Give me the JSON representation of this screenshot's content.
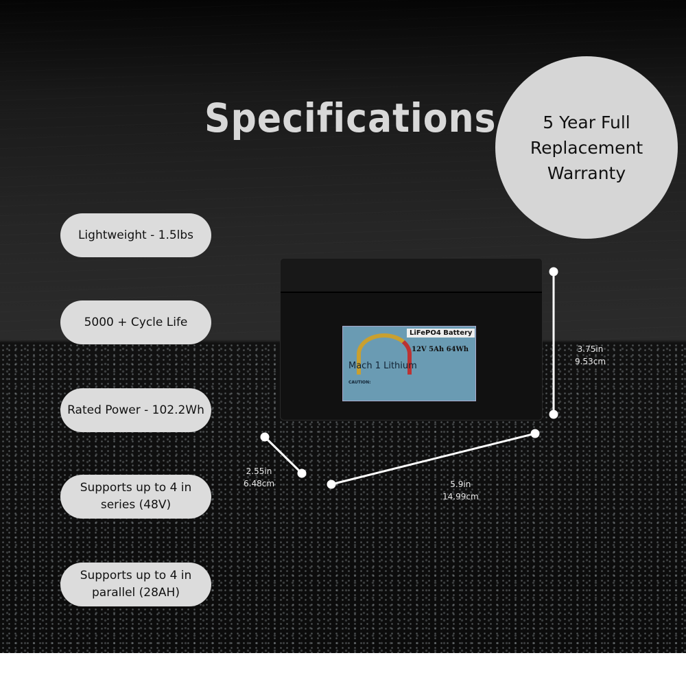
{
  "title": "Specifications",
  "warranty": "5 Year Full Replacement Warranty",
  "features": [
    "Lightweight - 1.5lbs",
    "5000 + Cycle Life",
    "Rated Power - 102.2Wh",
    "Supports up to 4 in series (48V)",
    "Supports up to 4 in parallel (28AH)"
  ],
  "battery": {
    "chemistry": "LiFePO4 Battery",
    "rating": "12V  5Ah  64Wh",
    "brand": "Mach 1 Lithium",
    "caution": "CAUTION:"
  },
  "dimensions": {
    "height_in": "3.75in",
    "height_cm": "9.53cm",
    "depth_in": "2.55in",
    "depth_cm": "6.48cm",
    "width_in": "5.9in",
    "width_cm": "14.99cm"
  }
}
